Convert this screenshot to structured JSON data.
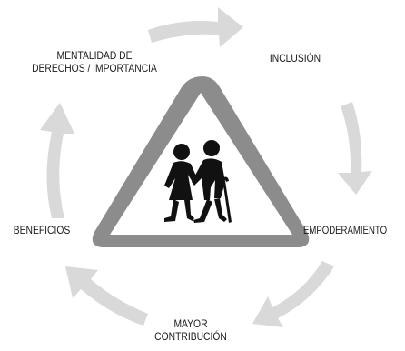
{
  "stages": {
    "mentalidad": {
      "line1": "MENTALIDAD DE",
      "line2": "DERECHOS / IMPORTANCIA"
    },
    "inclusion": {
      "label": "INCLUSIÓN"
    },
    "empoderamiento": {
      "label": "EMPODERAMIENTO"
    },
    "mayor": {
      "line1": "MAYOR",
      "line2": "CONTRIBUCIÓN"
    },
    "beneficios": {
      "label": "BENEFICIOS"
    }
  },
  "colors": {
    "arrow": "#d9d9d9",
    "triangle_border": "#8c8c8c",
    "triangle_fill": "#ffffff",
    "figures": "#111111",
    "text": "#1a1a1a"
  },
  "icons": {
    "center": "elderly-people-crossing-sign-icon"
  }
}
